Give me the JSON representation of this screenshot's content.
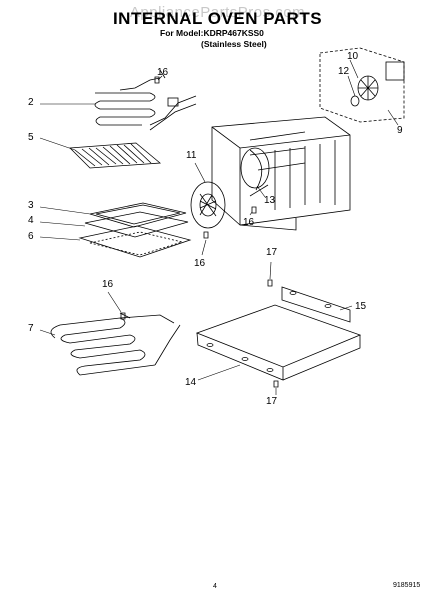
{
  "header": {
    "watermark": "AppliancePartsPros.com",
    "title": "INTERNAL OVEN PARTS",
    "model_line": "For Model:KDRP467KSS0",
    "variant_line": "(Stainless Steel)"
  },
  "callouts": [
    "16",
    "2",
    "5",
    "11",
    "13",
    "16",
    "10",
    "12",
    "9",
    "3",
    "4",
    "6",
    "16",
    "17",
    "15",
    "16",
    "7",
    "14",
    "17"
  ],
  "footer": {
    "page_number": "4",
    "document_number": "9185915"
  }
}
